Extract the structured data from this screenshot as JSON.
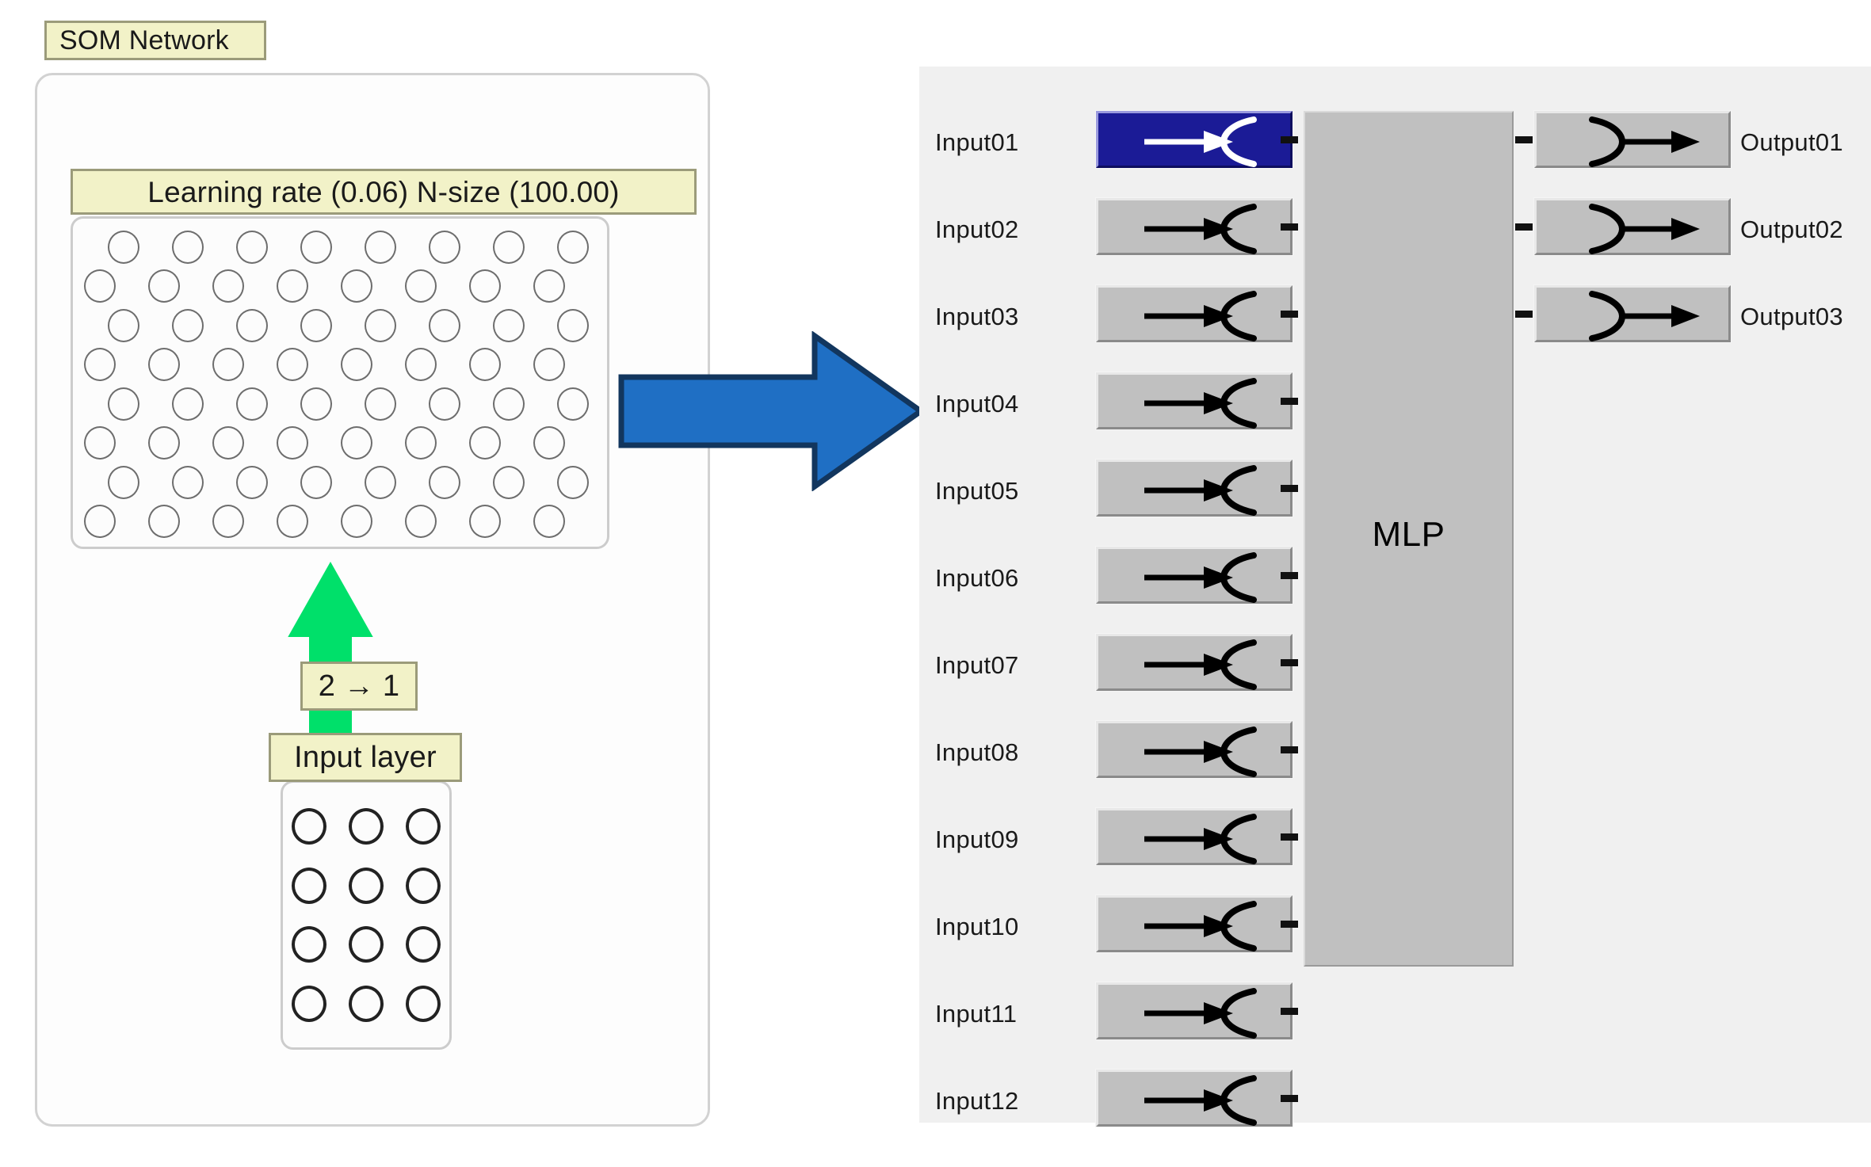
{
  "left_panel": {
    "title": "SOM Network",
    "params_label": "Learning rate (0.06) N-size (100.00)",
    "learning_rate": "0.06",
    "n_size": "100.00",
    "map_arrow_label": "2 → 1",
    "input_layer_label": "Input layer",
    "som_grid": {
      "rows": 8,
      "cols": 8,
      "stagger": true
    },
    "input_grid": {
      "rows": 4,
      "cols": 3
    },
    "colors": {
      "tag_fill": "#f2f2c8",
      "tag_border": "#9b9b7a",
      "green_arrow": "#00e06a",
      "panel_border": "#d2d2d2"
    }
  },
  "transition": {
    "arrow_icon": "right-arrow-icon",
    "color": "#1f6fc4",
    "outline": "#12365e"
  },
  "right_panel": {
    "hidden_layer_label": "MLP",
    "inputs": [
      {
        "label": "Input01",
        "selected": true
      },
      {
        "label": "Input02",
        "selected": false
      },
      {
        "label": "Input03",
        "selected": false
      },
      {
        "label": "Input04",
        "selected": false
      },
      {
        "label": "Input05",
        "selected": false
      },
      {
        "label": "Input06",
        "selected": false
      },
      {
        "label": "Input07",
        "selected": false
      },
      {
        "label": "Input08",
        "selected": false
      },
      {
        "label": "Input09",
        "selected": false
      },
      {
        "label": "Input10",
        "selected": false
      },
      {
        "label": "Input11",
        "selected": false
      },
      {
        "label": "Input12",
        "selected": false
      }
    ],
    "outputs": [
      {
        "label": "Output01"
      },
      {
        "label": "Output02"
      },
      {
        "label": "Output03"
      }
    ],
    "colors": {
      "panel_bg": "#f0f0f0",
      "node_fill": "#c0c0c0",
      "selected_fill": "#1b1b96",
      "connector": "#111111"
    }
  }
}
